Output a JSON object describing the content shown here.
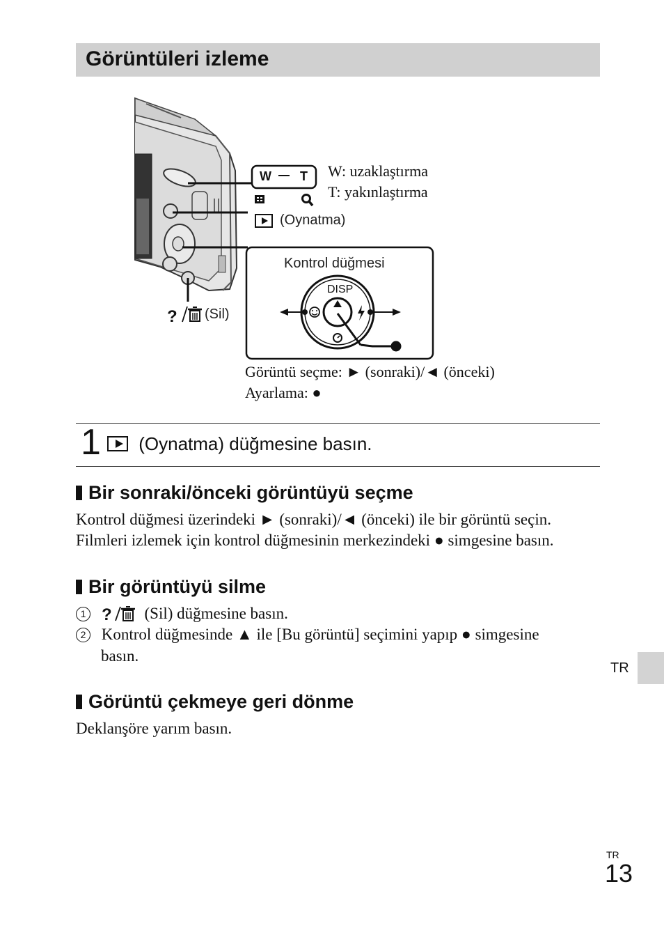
{
  "page": {
    "title": "Görüntüleri izleme",
    "tab_label": "TR",
    "footer_lang": "TR",
    "page_number": "13"
  },
  "figure": {
    "zoom_lever": {
      "w": "W",
      "t": "T"
    },
    "callout_w": "W: uzaklaştırma",
    "callout_t": "T: yakınlaştırma",
    "playback_label": "(Oynatma)",
    "delete_label": "(Sil)",
    "control_panel_title": "Kontrol düğmesi",
    "disp_label": "DISP",
    "select_caption": "Görüntü seçme: ► (sonraki)/◄ (önceki)",
    "set_caption": "Ayarlama: ●"
  },
  "step1": {
    "number": "1",
    "text": "(Oynatma) düğmesine basın."
  },
  "section_next": {
    "heading": "Bir sonraki/önceki görüntüyü seçme",
    "line1": "Kontrol düğmesi üzerindeki ► (sonraki)/◄ (önceki) ile bir görüntü seçin.",
    "line2": "Filmleri izlemek için kontrol düğmesinin merkezindeki ● simgesine basın."
  },
  "section_delete": {
    "heading": "Bir görüntüyü silme",
    "step1_num": "1",
    "step1_text": "(Sil) düğmesine basın.",
    "step2_num": "2",
    "step2_line1": "Kontrol düğmesinde ▲ ile [Bu görüntü] seçimini yapıp ● simgesine",
    "step2_line2": "basın."
  },
  "section_return": {
    "heading": "Görüntü çekmeye geri dönme",
    "text": "Deklanşöre yarım basın."
  }
}
